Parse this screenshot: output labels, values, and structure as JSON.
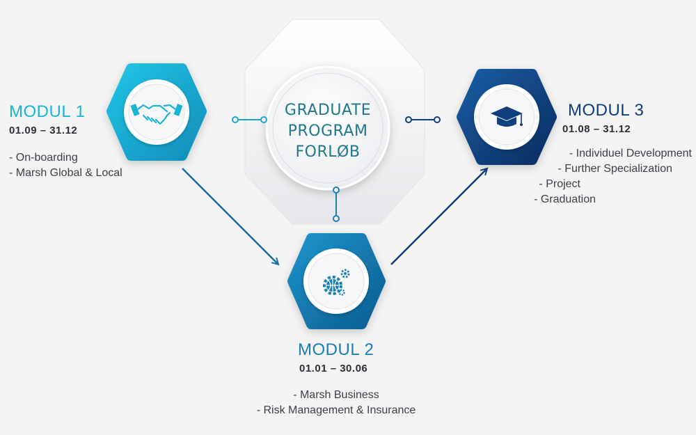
{
  "center": {
    "lines": [
      "GRADUATE",
      "PROGRAM",
      "FORLØB"
    ]
  },
  "modules": [
    {
      "title": "MODUL 1",
      "dates": "01.09 – 31.12",
      "items": [
        "- On-boarding",
        "- Marsh Global & Local"
      ],
      "icon": "handshake-icon",
      "color": "#1ab4d6"
    },
    {
      "title": "MODUL 2",
      "dates": "01.01 – 30.06",
      "items": [
        "- Marsh Business",
        "- Risk Management & Insurance"
      ],
      "icon": "gear-globe-icon",
      "color": "#1a7fb5"
    },
    {
      "title": "MODUL 3",
      "dates": "01.08 – 31.12",
      "items": [
        "- Individuel Development",
        "- Further Specialization",
        "- Project",
        "- Graduation"
      ],
      "icon": "graduation-cap-icon",
      "color": "#0f3f7c"
    }
  ]
}
